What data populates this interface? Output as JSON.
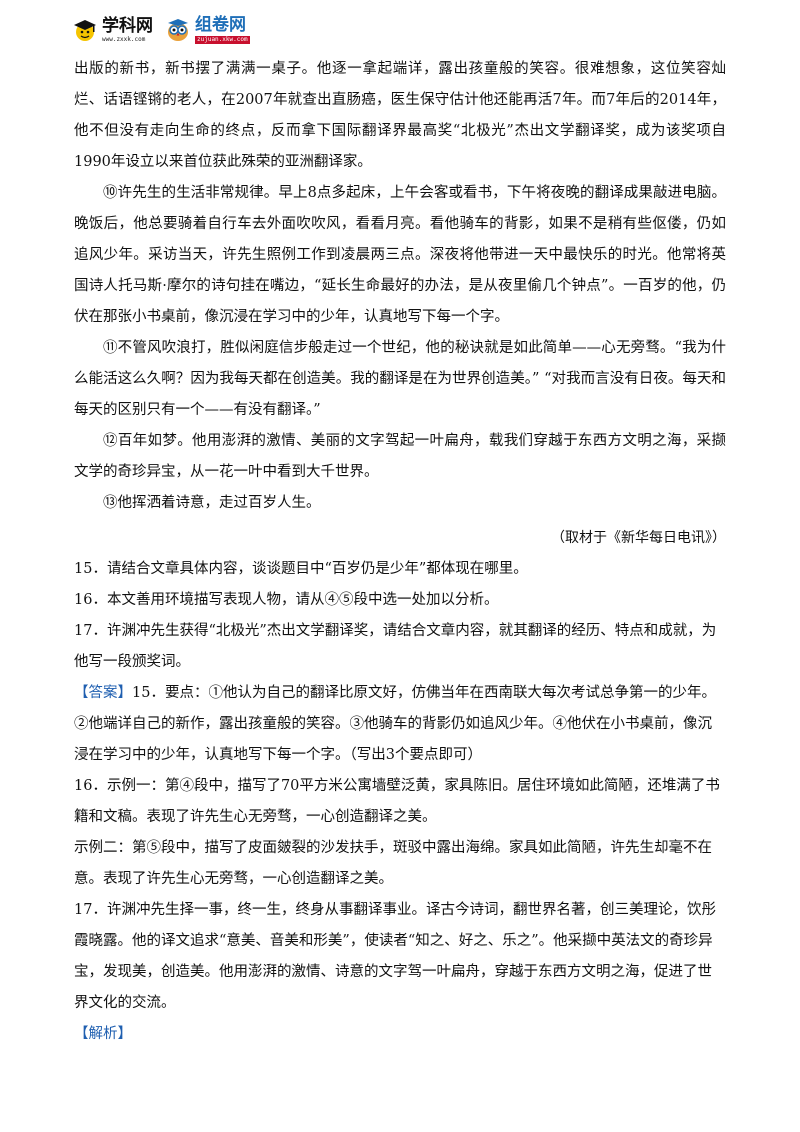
{
  "header": {
    "logo1": {
      "name": "学科网",
      "sub": "www.zxxk.com"
    },
    "logo2": {
      "name": "组卷网",
      "sub": "zujuan.xkw.com"
    }
  },
  "article": {
    "p_cont": "出版的新书，新书摆了满满一桌子。他逐一拿起端详，露出孩童般的笑容。很难想象，这位笑容灿烂、话语铿锵的老人，在2007年就查出直肠癌，医生保守估计他还能再活7年。而7年后的2014年，他不但没有走向生命的终点，反而拿下国际翻译界最高奖“北极光”杰出文学翻译奖，成为该奖项自1990年设立以来首位获此殊荣的亚洲翻译家。",
    "p10": "⑩许先生的生活非常规律。早上8点多起床，上午会客或看书，下午将夜晚的翻译成果敲进电脑。晚饭后，他总要骑着自行车去外面吹吹风，看看月亮。看他骑车的背影，如果不是稍有些伛偻，仍如追风少年。采访当天，许先生照例工作到凌晨两三点。深夜将他带进一天中最快乐的时光。他常将英国诗人托马斯·摩尔的诗句挂在嘴边，“延长生命最好的办法，是从夜里偷几个钟点”。一百岁的他，仍伏在那张小书桌前，像沉浸在学习中的少年，认真地写下每一个字。",
    "p11": "⑪不管风吹浪打，胜似闲庭信步般走过一个世纪，他的秘诀就是如此简单——心无旁骛。“我为什么能活这么久啊？因为我每天都在创造美。我的翻译是在为世界创造美。” “对我而言没有日夜。每天和每天的区别只有一个——有没有翻译。”",
    "p12": "⑫百年如梦。他用澎湃的激情、美丽的文字驾起一叶扁舟，载我们穿越于东西方文明之海，采撷文学的奇珍异宝，从一花一叶中看到大千世界。",
    "p13": "⑬他挥洒着诗意，走过百岁人生。",
    "source": "（取材于《新华每日电讯》）"
  },
  "questions": {
    "q15": "15．请结合文章具体内容，谈谈题目中“百岁仍是少年”都体现在哪里。",
    "q16": "16．本文善用环境描写表现人物，请从④⑤段中选一处加以分析。",
    "q17": "17．许渊冲先生获得“北极光”杰出文学翻译奖，请结合文章内容，就其翻译的经历、特点和成就，为他写一段颁奖词。"
  },
  "answer": {
    "tag": "【答案】",
    "a15": "15．要点：①他认为自己的翻译比原文好，仿佛当年在西南联大每次考试总争第一的少年。②他端详自己的新作，露出孩童般的笑容。③他骑车的背影仍如追风少年。④他伏在小书桌前，像沉浸在学习中的少年，认真地写下每一个字。（写出3个要点即可）",
    "a16_1": "16．示例一：第④段中，描写了70平方米公寓墙壁泛黄，家具陈旧。居住环境如此简陋，还堆满了书籍和文稿。表现了许先生心无旁骛，一心创造翻译之美。",
    "a16_2": "示例二：第⑤段中，描写了皮面皴裂的沙发扶手，斑驳中露出海绵。家具如此简陋，许先生却毫不在意。表现了许先生心无旁骛，一心创造翻译之美。",
    "a17": "17．许渊冲先生择一事，终一生，终身从事翻译事业。译古今诗词，翻世界名著，创三美理论，饮彤霞晓露。他的译文追求“意美、音美和形美”，使读者“知之、好之、乐之”。他采撷中英法文的奇珍异宝，发现美，创造美。他用澎湃的激情、诗意的文字驾一叶扁舟，穿越于东西方文明之海，促进了世界文化的交流。"
  },
  "analysis": {
    "tag": "【解析】"
  },
  "colors": {
    "tag_blue": "#1f5fb0",
    "logo2_blue": "#1f6fb8",
    "logo2_red": "#c8102e"
  },
  "icons": {
    "logo1": "graduation-cap-mascot-icon",
    "logo2": "owl-mascot-icon"
  }
}
